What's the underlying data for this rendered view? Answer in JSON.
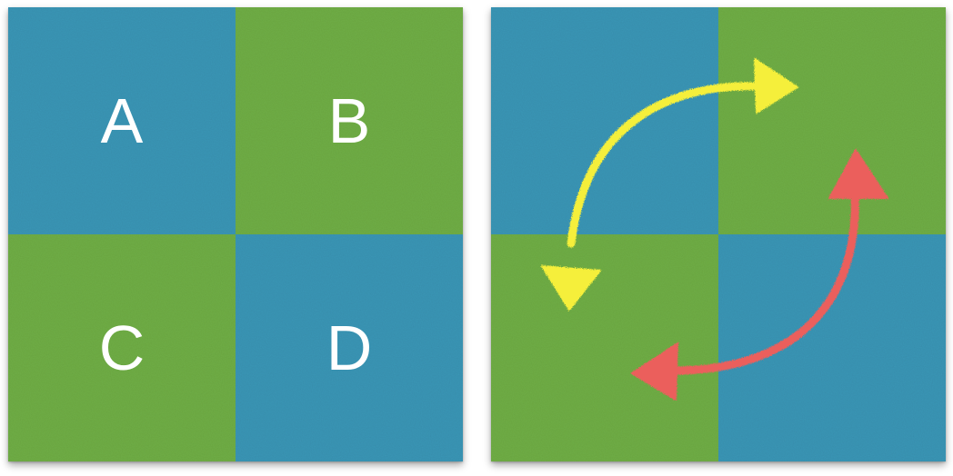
{
  "colors": {
    "blue": "#3a95b5",
    "green": "#6fad45",
    "yellow_arrow": "#f5ef3a",
    "red_arrow": "#eb5f5c",
    "label": "#ffffff"
  },
  "left_panel": {
    "tiles": [
      {
        "label": "A",
        "color": "blue"
      },
      {
        "label": "B",
        "color": "green"
      },
      {
        "label": "C",
        "color": "green"
      },
      {
        "label": "D",
        "color": "blue"
      }
    ]
  },
  "right_panel": {
    "tiles": [
      {
        "color": "blue"
      },
      {
        "color": "green"
      },
      {
        "color": "green"
      },
      {
        "color": "blue"
      }
    ],
    "arrows": [
      {
        "name": "yellow-double-arrow",
        "color": "yellow_arrow",
        "connects": [
          "B",
          "C"
        ]
      },
      {
        "name": "red-double-arrow",
        "color": "red_arrow",
        "connects": [
          "B",
          "D"
        ]
      }
    ]
  }
}
